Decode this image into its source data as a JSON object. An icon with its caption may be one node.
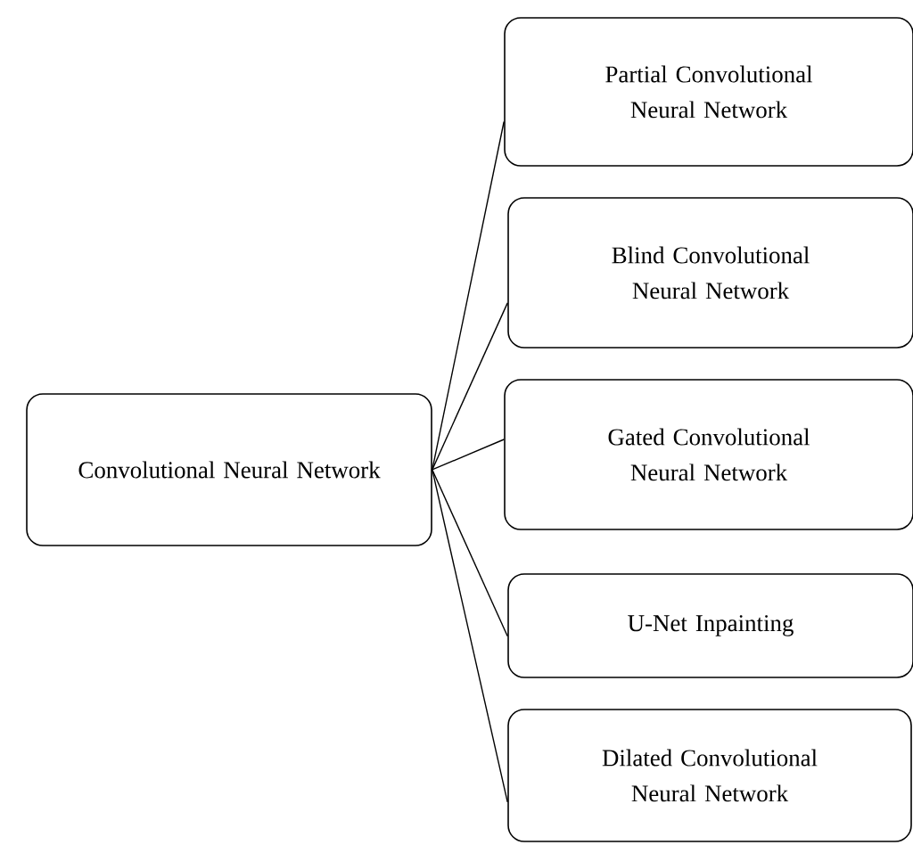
{
  "diagram": {
    "nodes": [
      {
        "text": [
          "Convolutional Neural Network"
        ]
      },
      {
        "text": [
          "Partial Convolutional Neural Network"
        ]
      },
      {
        "text": [
          "Blind Convolutional Neural Network"
        ]
      },
      {
        "text": [
          "Gated Convolutional Neural Network"
        ]
      },
      {
        "text": [
          "U-Net Inpainting"
        ]
      },
      {
        "text": [
          "Dilated Convolutional Neural Network"
        ]
      }
    ],
    "edges": [
      {
        "from": 0,
        "to": 1,
        "arrow": "none"
      },
      {
        "from": 0,
        "to": 2,
        "arrow": "none"
      },
      {
        "from": 0,
        "to": 3,
        "arrow": "none"
      },
      {
        "from": 0,
        "to": 4,
        "arrow": "none"
      },
      {
        "from": 0,
        "to": 5,
        "arrow": "none"
      }
    ]
  }
}
